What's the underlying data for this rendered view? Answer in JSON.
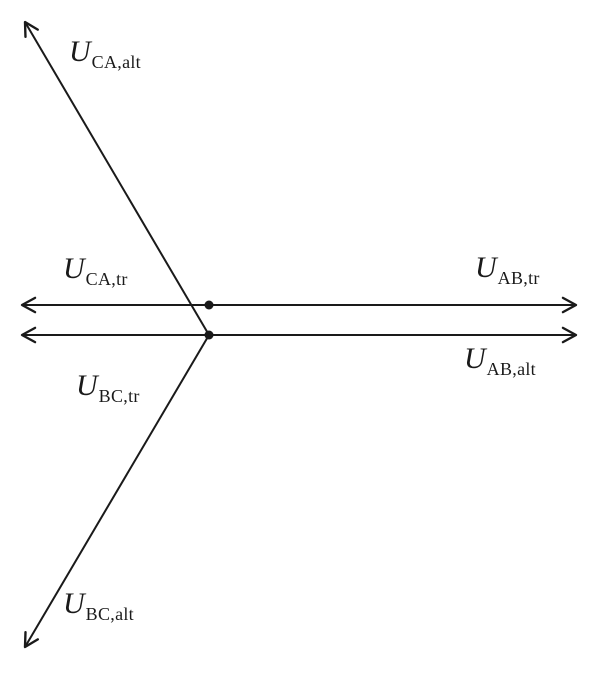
{
  "colors": {
    "background": "#ffffff",
    "ink": "#1a1a1a"
  },
  "labels": {
    "ca_alt": {
      "symbol": "U",
      "subscript": "CA,alt"
    },
    "ca_tr": {
      "symbol": "U",
      "subscript": "CA,tr"
    },
    "ab_tr": {
      "symbol": "U",
      "subscript": "AB,tr"
    },
    "ab_alt": {
      "symbol": "U",
      "subscript": "AB,alt"
    },
    "bc_tr": {
      "symbol": "U",
      "subscript": "BC,tr"
    },
    "bc_alt": {
      "symbol": "U",
      "subscript": "BC,alt"
    }
  },
  "vectors": [
    {
      "label": "U CA,alt",
      "direction": "up-left",
      "origin": "lower-dot"
    },
    {
      "label": "U CA,tr",
      "direction": "left",
      "origin": "upper-dot"
    },
    {
      "label": "U AB,tr",
      "direction": "right",
      "origin": "upper-dot"
    },
    {
      "label": "U AB,alt",
      "direction": "right",
      "origin": "lower-dot"
    },
    {
      "label": "U BC,tr",
      "direction": "down-left",
      "origin": "lower-dot"
    },
    {
      "label": "U BC,alt",
      "direction": "down-left",
      "origin": "lower-dot"
    }
  ]
}
